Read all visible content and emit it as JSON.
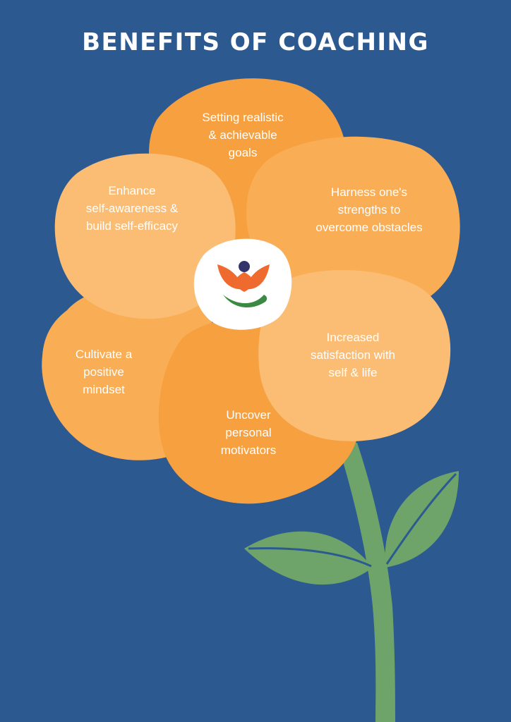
{
  "title": "BENEFITS OF COACHING",
  "colors": {
    "background": "#2c5a90",
    "petal_dark": "#f6a040",
    "petal_mid": "#f9ad55",
    "petal_light": "#fbbd74",
    "center": "#ffffff",
    "stem": "#6ea36a",
    "logo_orange": "#ef6a2e",
    "logo_green": "#3b8a43",
    "logo_dot": "#33346b",
    "text": "#ffffff"
  },
  "logo": {
    "icon": "lotus-hand-logo-icon"
  },
  "petals": [
    {
      "id": "goals",
      "label": "Setting realistic\n& achievable\ngoals"
    },
    {
      "id": "strengths",
      "label": "Harness one's\nstrengths to\novercome obstacles"
    },
    {
      "id": "satisfaction",
      "label": "Increased\nsatisfaction with\nself & life"
    },
    {
      "id": "motivators",
      "label": "Uncover\npersonal\nmotivators"
    },
    {
      "id": "mindset",
      "label": "Cultivate a\npositive\nmindset"
    },
    {
      "id": "awareness",
      "label": "Enhance\nself-awareness &\nbuild self-efficacy"
    }
  ]
}
